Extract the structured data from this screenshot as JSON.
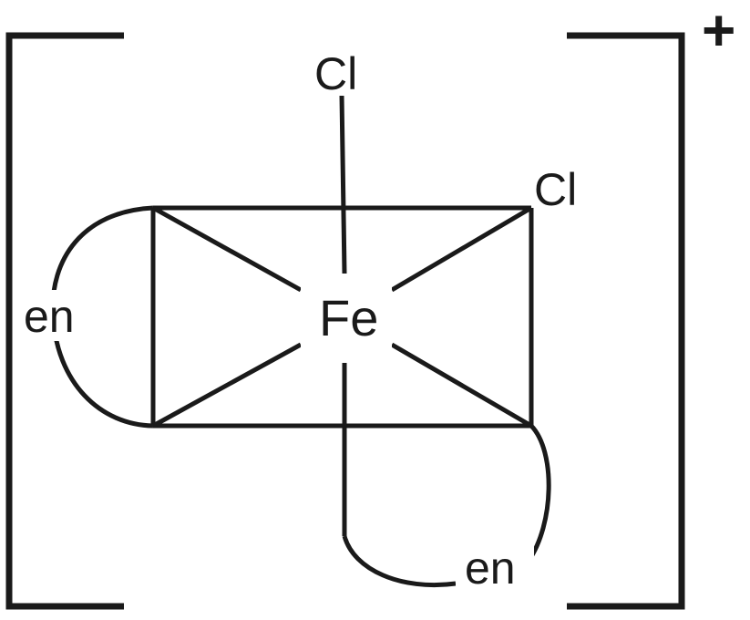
{
  "complex": {
    "charge": "+",
    "metal": "Fe",
    "axial_ligand": "Cl",
    "equatorial_ligand": "Cl",
    "chelate_ligand_left": "en",
    "chelate_ligand_bottom": "en"
  },
  "colors": {
    "ink": "#1a1a1a",
    "background": "#ffffff"
  }
}
